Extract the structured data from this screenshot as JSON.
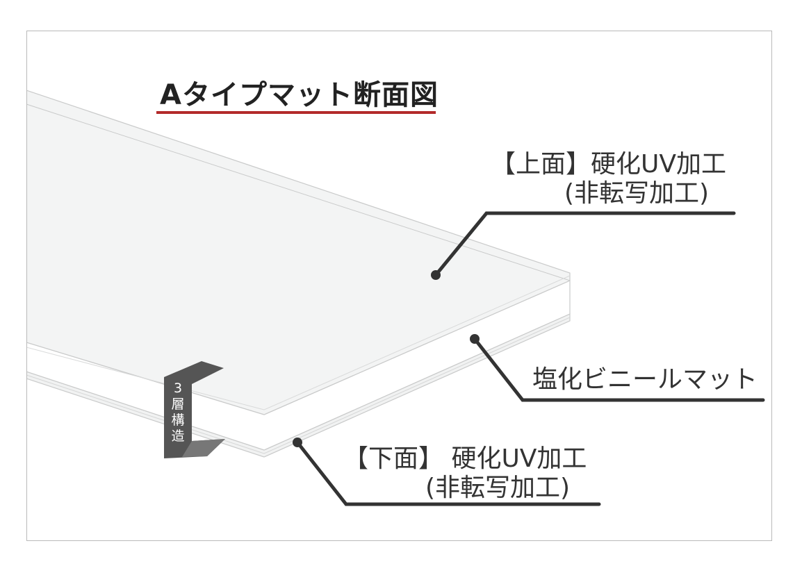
{
  "title": "Aタイプマット断面図",
  "colors": {
    "accent_underline": "#b32a2a",
    "leader": "#333333",
    "badge": "#555555"
  },
  "labels": {
    "top_line1": "【上面】硬化UV加工",
    "top_line2": "(非転写加工)",
    "middle": "塩化ビニールマット",
    "bottom_line1": "【下面】 硬化UV加工",
    "bottom_line2": "(非転写加工)"
  },
  "badge": {
    "chars": [
      "3",
      "層",
      "構",
      "造"
    ]
  }
}
